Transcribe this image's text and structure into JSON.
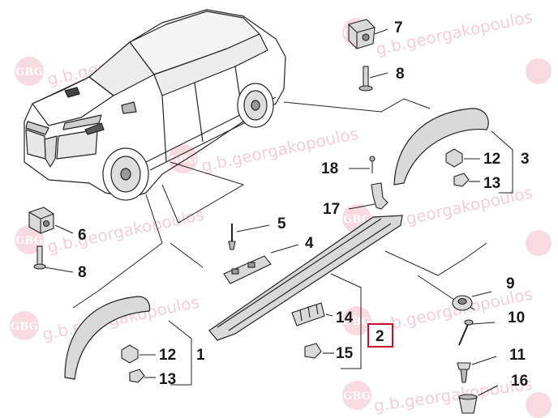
{
  "watermark": {
    "text": "g.b.georgakopoulos",
    "logo": "GBG"
  },
  "callouts": {
    "c1": "1",
    "c2": "2",
    "c3": "3",
    "c4": "4",
    "c5": "5",
    "c6": "6",
    "c7": "7",
    "c8a": "8",
    "c8b": "8",
    "c9": "9",
    "c10": "10",
    "c11": "11",
    "c12a": "12",
    "c12b": "12",
    "c13a": "13",
    "c13b": "13",
    "c14": "14",
    "c15": "15",
    "c16": "16",
    "c17": "17",
    "c18": "18"
  },
  "highlight": {
    "callout": "2",
    "color": "#c8102e"
  },
  "colors": {
    "line": "#222222",
    "part_fill": "#d9d9d9",
    "watermark": "#e8a9b8"
  }
}
